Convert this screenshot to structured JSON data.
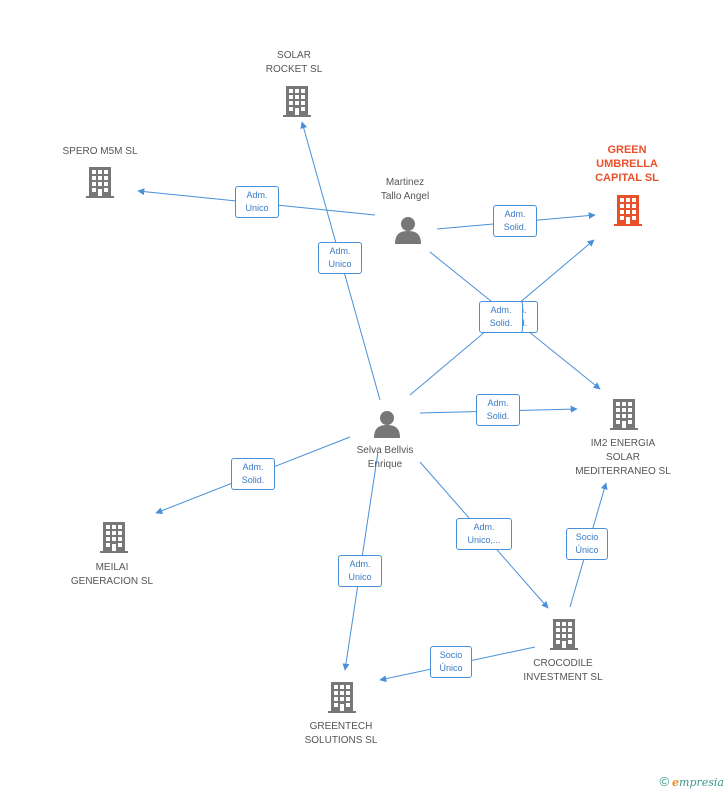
{
  "nodes": {
    "solar_rocket": {
      "label": "SOLAR\nROCKET  SL"
    },
    "spero": {
      "label": "SPERO M5M  SL"
    },
    "green_umbrella": {
      "label": "GREEN\nUMBRELLA\nCAPITAL SL"
    },
    "martinez": {
      "label": "Martinez\nTallo Angel"
    },
    "im2": {
      "label": "IM2 ENERGIA\nSOLAR\nMEDITERRANEO SL"
    },
    "selva": {
      "label": "Selva Bellvis\nEnrique"
    },
    "meilai": {
      "label": "MEILAI\nGENERACION  SL"
    },
    "crocodile": {
      "label": "CROCODILE\nINVESTMENT  SL"
    },
    "greentech": {
      "label": "GREENTECH\nSOLUTIONS  SL"
    }
  },
  "edges": {
    "martinez_spero": "Adm.\nUnico",
    "selva_solar_rocket": "Adm.\nUnico",
    "martinez_green": "Adm.\nSolid.",
    "martinez_im2": "Adm.\nSolid.",
    "selva_green": "Adm.\nSolid.",
    "selva_im2": "Adm.\nSolid.",
    "selva_meilai": "Adm.\nSolid.",
    "selva_greentech": "Adm.\nUnico",
    "selva_crocodile": "Adm.\nUnico,...",
    "crocodile_im2": "Socio\nÚnico",
    "crocodile_greentech": "Socio\nÚnico"
  },
  "colors": {
    "edge": "#4a90d9",
    "company_icon": "#777777",
    "highlight": "#e8512c",
    "person_icon": "#777777"
  },
  "footer": {
    "copyright": "©",
    "brand_e": "e",
    "brand_rest": "mpresia"
  }
}
